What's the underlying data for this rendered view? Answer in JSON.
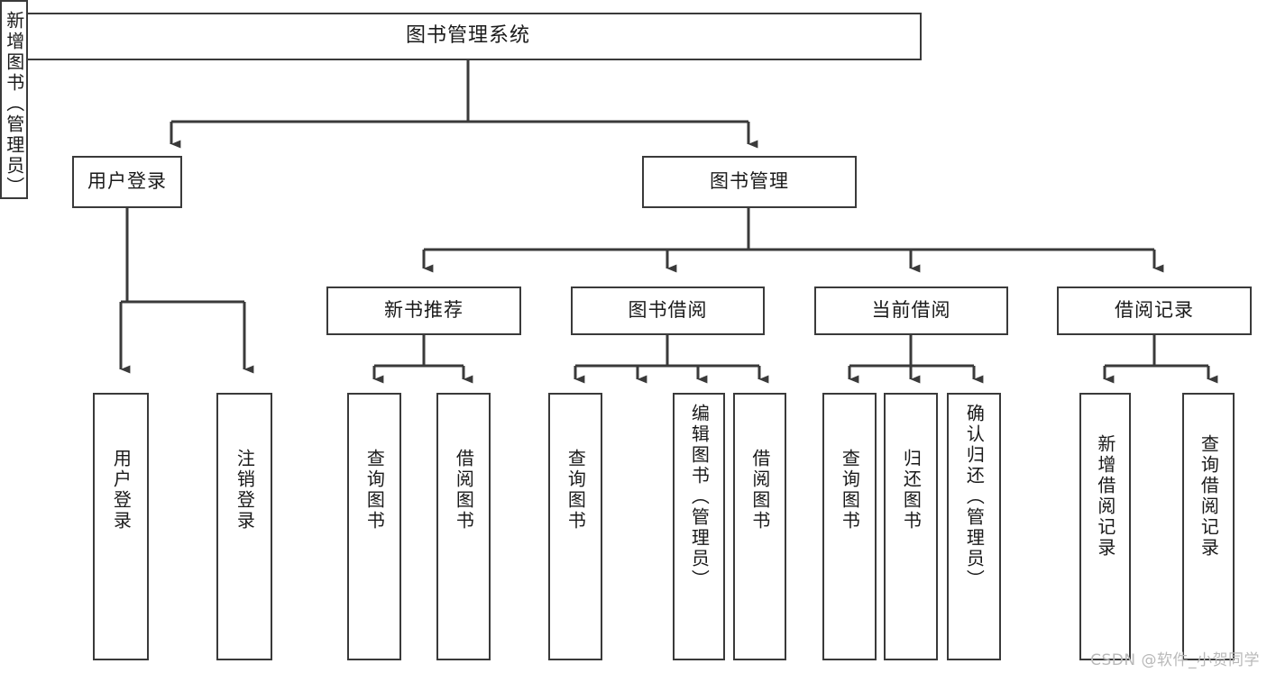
{
  "diagram": {
    "type": "tree-hierarchy",
    "title": "图书管理系统",
    "orientation": "top-down",
    "colors": {
      "background": "#ffffff",
      "node_border": "#3a3a3a",
      "node_fill": "#ffffff",
      "edge": "#3a3a3a",
      "text": "#1a1a1a",
      "watermark": "#b9b9b9"
    }
  },
  "root": {
    "label": "图书管理系统"
  },
  "level2": [
    {
      "label": "用户登录"
    },
    {
      "label": "图书管理"
    }
  ],
  "level3": [
    {
      "label": "新书推荐"
    },
    {
      "label": "图书借阅"
    },
    {
      "label": "当前借阅"
    },
    {
      "label": "借阅记录"
    }
  ],
  "leaves": {
    "user_login": [
      {
        "label": "用户登录"
      },
      {
        "label": "注销登录"
      }
    ],
    "new_book_recommend": [
      {
        "label": "查询图书"
      },
      {
        "label": "借阅图书"
      }
    ],
    "book_borrow": [
      {
        "label": "查询图书"
      },
      {
        "label": "新增图书（管理员）"
      },
      {
        "label": "编辑图书（管理员）"
      },
      {
        "label": "借阅图书"
      }
    ],
    "current_borrow": [
      {
        "label": "查询图书"
      },
      {
        "label": "归还图书"
      },
      {
        "label": "确认归还（管理员）"
      }
    ],
    "borrow_record": [
      {
        "label": "新增借阅记录"
      },
      {
        "label": "查询借阅记录"
      }
    ]
  },
  "watermark": {
    "text": "CSDN @软件_小贺同学"
  }
}
